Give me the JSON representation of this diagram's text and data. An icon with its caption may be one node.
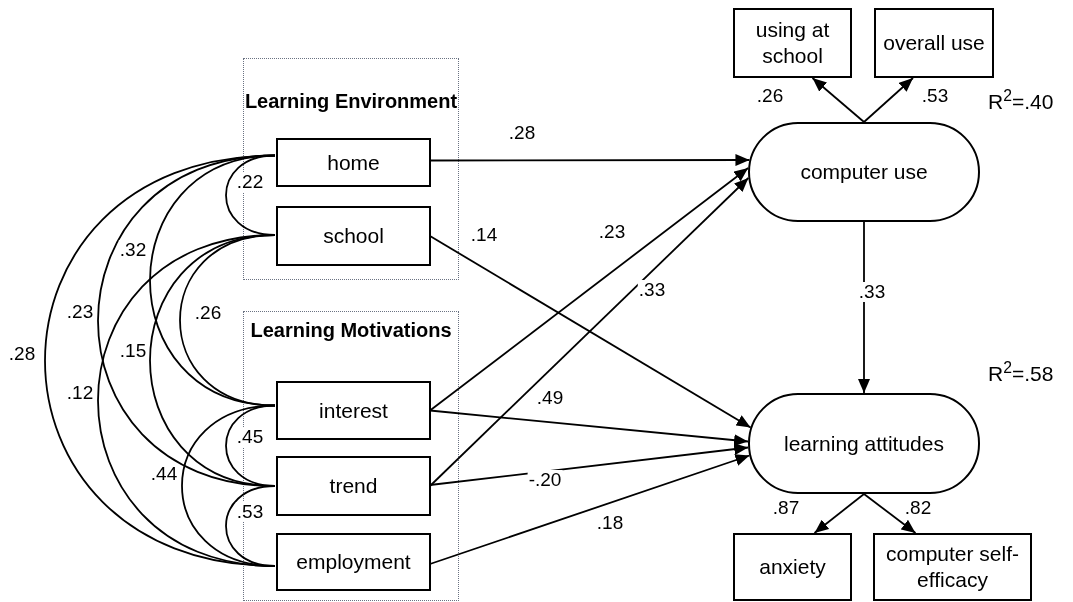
{
  "diagram": {
    "nodes": [
      {
        "text": [
          "Learning Environment"
        ]
      },
      {
        "text": [
          "home"
        ],
        "in": 0
      },
      {
        "text": [
          "school"
        ],
        "in": 0
      },
      {
        "text": [
          "Learning Motivations"
        ]
      },
      {
        "text": [
          "interest"
        ],
        "in": 3
      },
      {
        "text": [
          "trend"
        ],
        "in": 3
      },
      {
        "text": [
          "employment"
        ],
        "in": 3
      },
      {
        "text": [
          "computer use"
        ],
        "beside": [
          "R$^{2}$=.40"
        ]
      },
      {
        "text": [
          "learning attitudes"
        ],
        "beside": [
          "R$^{2}$=.58"
        ]
      },
      {
        "text": [
          "using at school"
        ]
      },
      {
        "text": [
          "overall use"
        ]
      },
      {
        "text": [
          "anxiety"
        ]
      },
      {
        "text": [
          "computer self-efficacy"
        ]
      }
    ],
    "edges": [
      {
        "from": 1,
        "to": 7,
        "arrow": "to",
        "label": ".28"
      },
      {
        "from": 2,
        "to": 8,
        "arrow": "to",
        "label": ".14"
      },
      {
        "from": 4,
        "to": 7,
        "arrow": "to",
        "label": ".23"
      },
      {
        "from": 5,
        "to": 7,
        "arrow": "to",
        "label": ".33"
      },
      {
        "from": 4,
        "to": 8,
        "arrow": "to",
        "label": ".49"
      },
      {
        "from": 5,
        "to": 8,
        "arrow": "to",
        "label": "-.20"
      },
      {
        "from": 6,
        "to": 8,
        "arrow": "to",
        "label": ".18"
      },
      {
        "from": 7,
        "to": 8,
        "arrow": "to",
        "label": ".33"
      },
      {
        "from": 7,
        "to": 9,
        "arrow": "to",
        "label": ".26"
      },
      {
        "from": 7,
        "to": 10,
        "arrow": "to",
        "label": ".53"
      },
      {
        "from": 8,
        "to": 11,
        "arrow": "to",
        "label": ".87"
      },
      {
        "from": 8,
        "to": 12,
        "arrow": "to",
        "label": ".82"
      },
      {
        "from": 1,
        "to": 2,
        "arrow": "none",
        "label": ".22"
      },
      {
        "from": 1,
        "to": 4,
        "arrow": "none",
        "label": ".32"
      },
      {
        "from": 1,
        "to": 5,
        "arrow": "none",
        "label": ".23"
      },
      {
        "from": 1,
        "to": 6,
        "arrow": "none",
        "label": ".28"
      },
      {
        "from": 2,
        "to": 4,
        "arrow": "none",
        "label": ".26"
      },
      {
        "from": 2,
        "to": 5,
        "arrow": "none",
        "label": ".15"
      },
      {
        "from": 2,
        "to": 6,
        "arrow": "none",
        "label": ".12"
      },
      {
        "from": 4,
        "to": 5,
        "arrow": "none",
        "label": ".45"
      },
      {
        "from": 4,
        "to": 6,
        "arrow": "none",
        "label": ".44"
      },
      {
        "from": 5,
        "to": 6,
        "arrow": "none",
        "label": ".53"
      }
    ]
  }
}
